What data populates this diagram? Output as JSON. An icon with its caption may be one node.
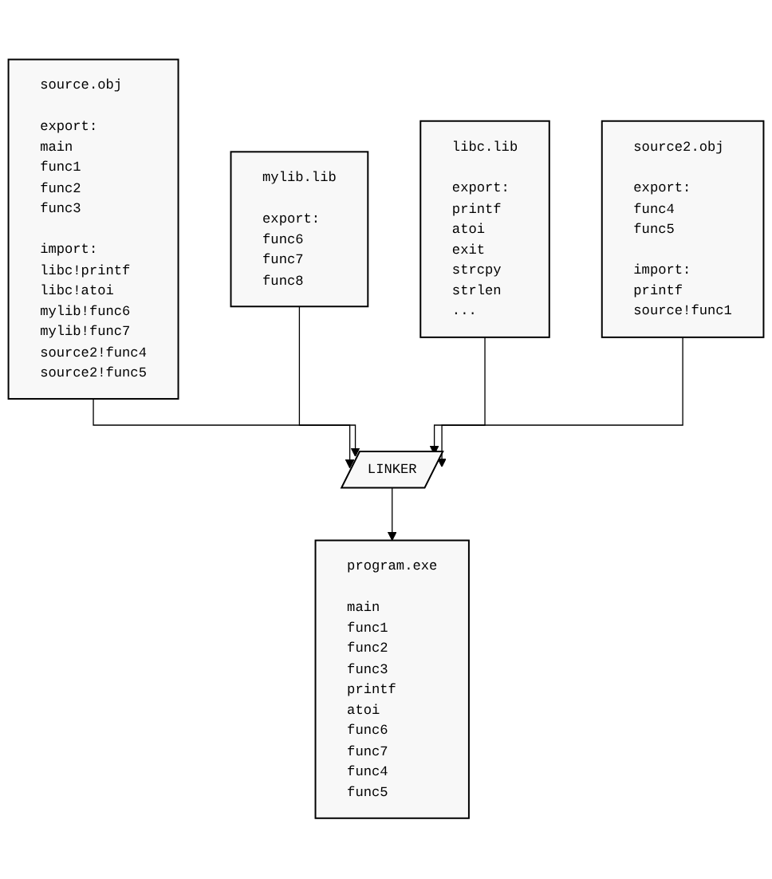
{
  "diagram": {
    "nodes": [
      {
        "text": [
          "source.obj",
          "export: main func1 func2 func3",
          "import: libc!printf libc!atoi mylib!func6 mylib!func7 source2!func4 source2!func5"
        ]
      },
      {
        "text": [
          "mylib.lib",
          "export: func6 func7 func8"
        ]
      },
      {
        "text": [
          "libc.lib",
          "export: printf atoi exit strcpy strlen ..."
        ]
      },
      {
        "text": [
          "source2.obj",
          "export: func4 func5",
          "import: printf source!func1"
        ]
      },
      {
        "text": [
          "LINKER"
        ]
      },
      {
        "text": [
          "program.exe",
          "main func1 func2 func3 printf atoi func6 func7 func4 func5"
        ]
      }
    ],
    "edges": [
      {
        "from": 0,
        "to": 4,
        "arrow": "to"
      },
      {
        "from": 1,
        "to": 4,
        "arrow": "to"
      },
      {
        "from": 2,
        "to": 4,
        "arrow": "to"
      },
      {
        "from": 3,
        "to": 4,
        "arrow": "to"
      },
      {
        "from": 4,
        "to": 5,
        "arrow": "to"
      }
    ]
  }
}
